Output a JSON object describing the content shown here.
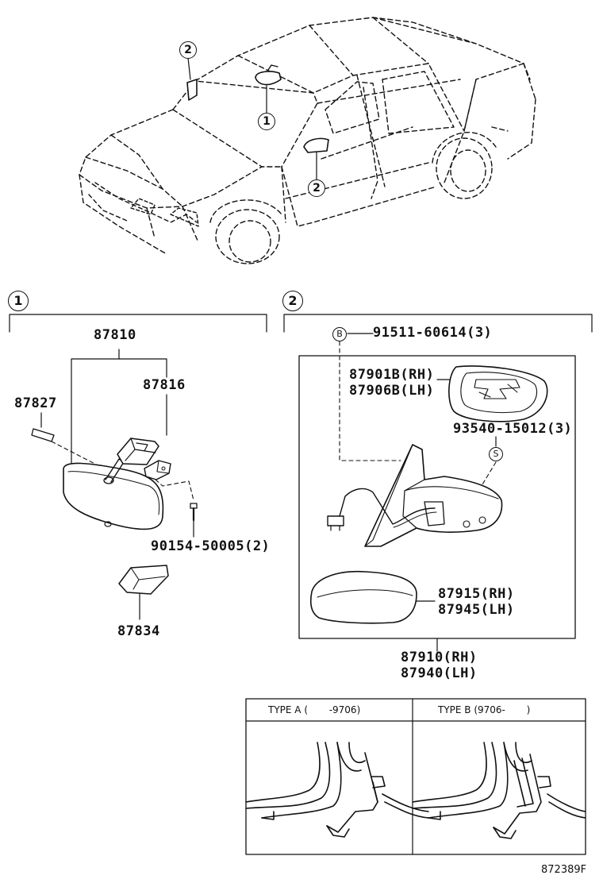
{
  "callouts": {
    "c1": "1",
    "c2": "2",
    "b": "B",
    "s": "S"
  },
  "section1": {
    "assembly": "87810",
    "bracket": "87816",
    "pad": "87827",
    "screw": "90154-50005(2)",
    "cover": "87834"
  },
  "section2": {
    "screw": "91511-60614(3)",
    "mirror_glass_rh": "87901B(RH)",
    "mirror_glass_lh": "87906B(LH)",
    "clip": "93540-15012(3)",
    "cover_rh": "87915(RH)",
    "cover_lh": "87945(LH)",
    "assembly_rh": "87910(RH)",
    "assembly_lh": "87940(LH)"
  },
  "types": {
    "type_a": "TYPE A (       -9706)",
    "type_b": "TYPE B (9706-       )"
  },
  "reference": "872389F"
}
